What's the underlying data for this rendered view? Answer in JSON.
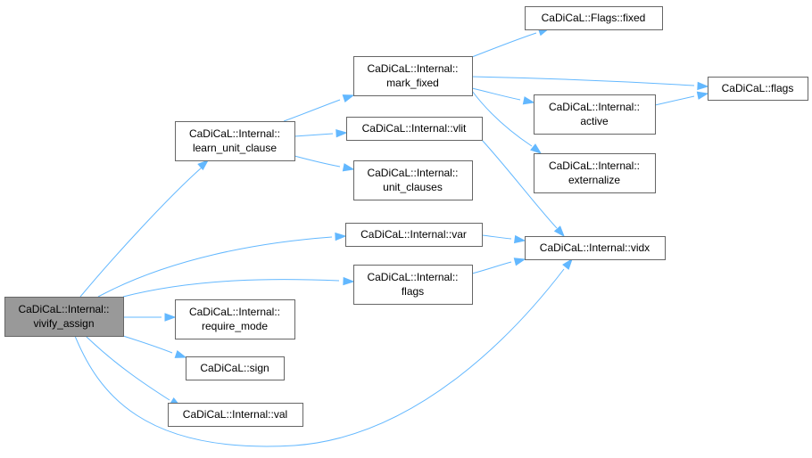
{
  "graph": {
    "nodes": [
      {
        "id": "vivify_assign",
        "lines": [
          "CaDiCaL::Internal::",
          "vivify_assign"
        ],
        "root": true
      },
      {
        "id": "learn_unit_clause",
        "lines": [
          "CaDiCaL::Internal::",
          "learn_unit_clause"
        ]
      },
      {
        "id": "mark_fixed",
        "lines": [
          "CaDiCaL::Internal::",
          "mark_fixed"
        ]
      },
      {
        "id": "flags_fixed",
        "lines": [
          "CaDiCaL::Flags::fixed"
        ]
      },
      {
        "id": "cadical_flags",
        "lines": [
          "CaDiCaL::flags"
        ]
      },
      {
        "id": "active",
        "lines": [
          "CaDiCaL::Internal::",
          "active"
        ]
      },
      {
        "id": "externalize",
        "lines": [
          "CaDiCaL::Internal::",
          "externalize"
        ]
      },
      {
        "id": "vlit",
        "lines": [
          "CaDiCaL::Internal::vlit"
        ]
      },
      {
        "id": "unit_clauses",
        "lines": [
          "CaDiCaL::Internal::",
          "unit_clauses"
        ]
      },
      {
        "id": "var",
        "lines": [
          "CaDiCaL::Internal::var"
        ]
      },
      {
        "id": "vidx",
        "lines": [
          "CaDiCaL::Internal::vidx"
        ]
      },
      {
        "id": "internal_flags",
        "lines": [
          "CaDiCaL::Internal::",
          "flags"
        ]
      },
      {
        "id": "require_mode",
        "lines": [
          "CaDiCaL::Internal::",
          "require_mode"
        ]
      },
      {
        "id": "sign",
        "lines": [
          "CaDiCaL::sign"
        ]
      },
      {
        "id": "val",
        "lines": [
          "CaDiCaL::Internal::val"
        ]
      }
    ],
    "edges": [
      [
        "vivify_assign",
        "learn_unit_clause"
      ],
      [
        "vivify_assign",
        "var"
      ],
      [
        "vivify_assign",
        "internal_flags"
      ],
      [
        "vivify_assign",
        "require_mode"
      ],
      [
        "vivify_assign",
        "sign"
      ],
      [
        "vivify_assign",
        "val"
      ],
      [
        "vivify_assign",
        "vidx"
      ],
      [
        "learn_unit_clause",
        "mark_fixed"
      ],
      [
        "learn_unit_clause",
        "vlit"
      ],
      [
        "learn_unit_clause",
        "unit_clauses"
      ],
      [
        "mark_fixed",
        "flags_fixed"
      ],
      [
        "mark_fixed",
        "cadical_flags"
      ],
      [
        "mark_fixed",
        "active"
      ],
      [
        "mark_fixed",
        "externalize"
      ],
      [
        "active",
        "cadical_flags"
      ],
      [
        "vlit",
        "vidx"
      ],
      [
        "var",
        "vidx"
      ],
      [
        "internal_flags",
        "vidx"
      ]
    ],
    "colors": {
      "edge": "#63b8ff",
      "node_border": "#666666",
      "node_fill": "#ffffff",
      "root_fill": "#999999"
    }
  }
}
